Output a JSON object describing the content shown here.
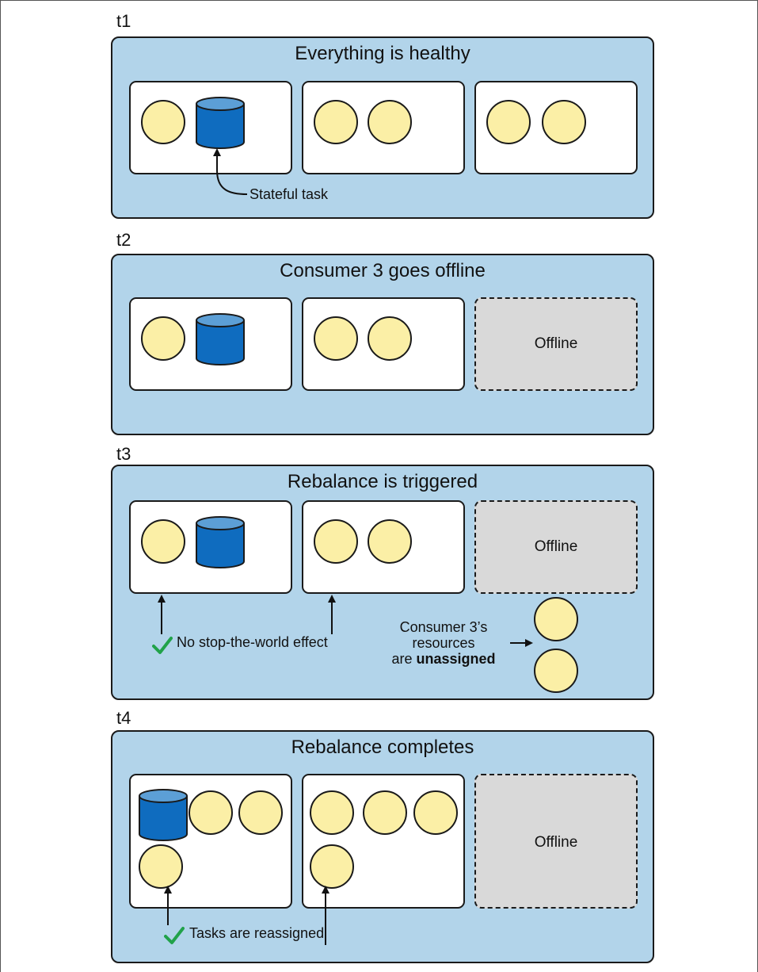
{
  "sections": [
    {
      "label": "t1",
      "title": "Everything is healthy",
      "annotation": "Stateful task"
    },
    {
      "label": "t2",
      "title": "Consumer 3 goes offline",
      "offline_label": "Offline"
    },
    {
      "label": "t3",
      "title": "Rebalance is triggered",
      "offline_label": "Offline",
      "note": "No stop-the-world effect",
      "unassigned_line1": "Consumer 3’s",
      "unassigned_line2": "resources",
      "unassigned_line3_prefix": "are ",
      "unassigned_line3_bold": "unassigned"
    },
    {
      "label": "t4",
      "title": "Rebalance completes",
      "offline_label": "Offline",
      "note": "Tasks are reassigned"
    }
  ],
  "colors": {
    "panel": "#b2d4ea",
    "task": "#fbefa6",
    "stateful_task": "#0f6cbf",
    "offline": "#d9d9d9",
    "check": "#21a24a"
  },
  "icons": {
    "stateful": "database-cylinder-icon",
    "task": "circle-task-icon",
    "check": "checkmark-icon"
  }
}
